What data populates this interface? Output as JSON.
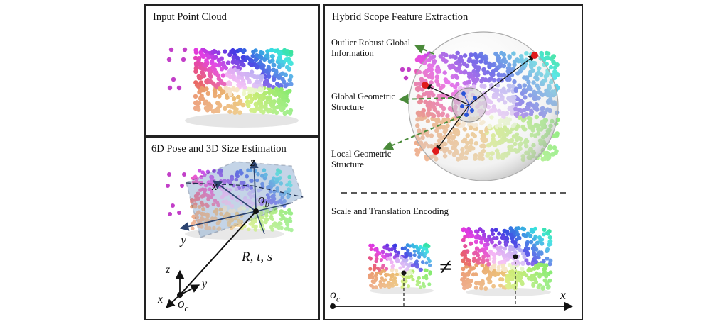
{
  "panels": {
    "input": {
      "title": "Input Point Cloud"
    },
    "pose": {
      "title": "6D Pose and 3D Size Estimation",
      "axis_z_obj": "z",
      "axis_x_obj": "x",
      "axis_y_obj": "y",
      "origin_obj": "o",
      "origin_obj_sub": "b",
      "transform": "R, t, s",
      "axis_z_cam": "z",
      "axis_y_cam": "y",
      "axis_x_cam": "x",
      "origin_cam": "o",
      "origin_cam_sub": "c"
    },
    "hybrid": {
      "title": "Hybrid Scope Feature Extraction",
      "label_outlier": "Outlier Robust Global Information",
      "label_global": "Global Geometric Structure",
      "label_local": "Local Geometric Structure",
      "encoding_title": "Scale and Translation Encoding",
      "not_equal": "≠",
      "axis_origin": "o",
      "axis_origin_sub": "c",
      "axis_x": "x"
    }
  },
  "colors": {
    "border": "#222222",
    "arrow_green": "#4a8a3a",
    "outlier_magenta": "#c23fc8",
    "keypoint_red": "#e01b1b",
    "local_blue": "#2a54d8",
    "box_fill": "#9bb7d6"
  }
}
